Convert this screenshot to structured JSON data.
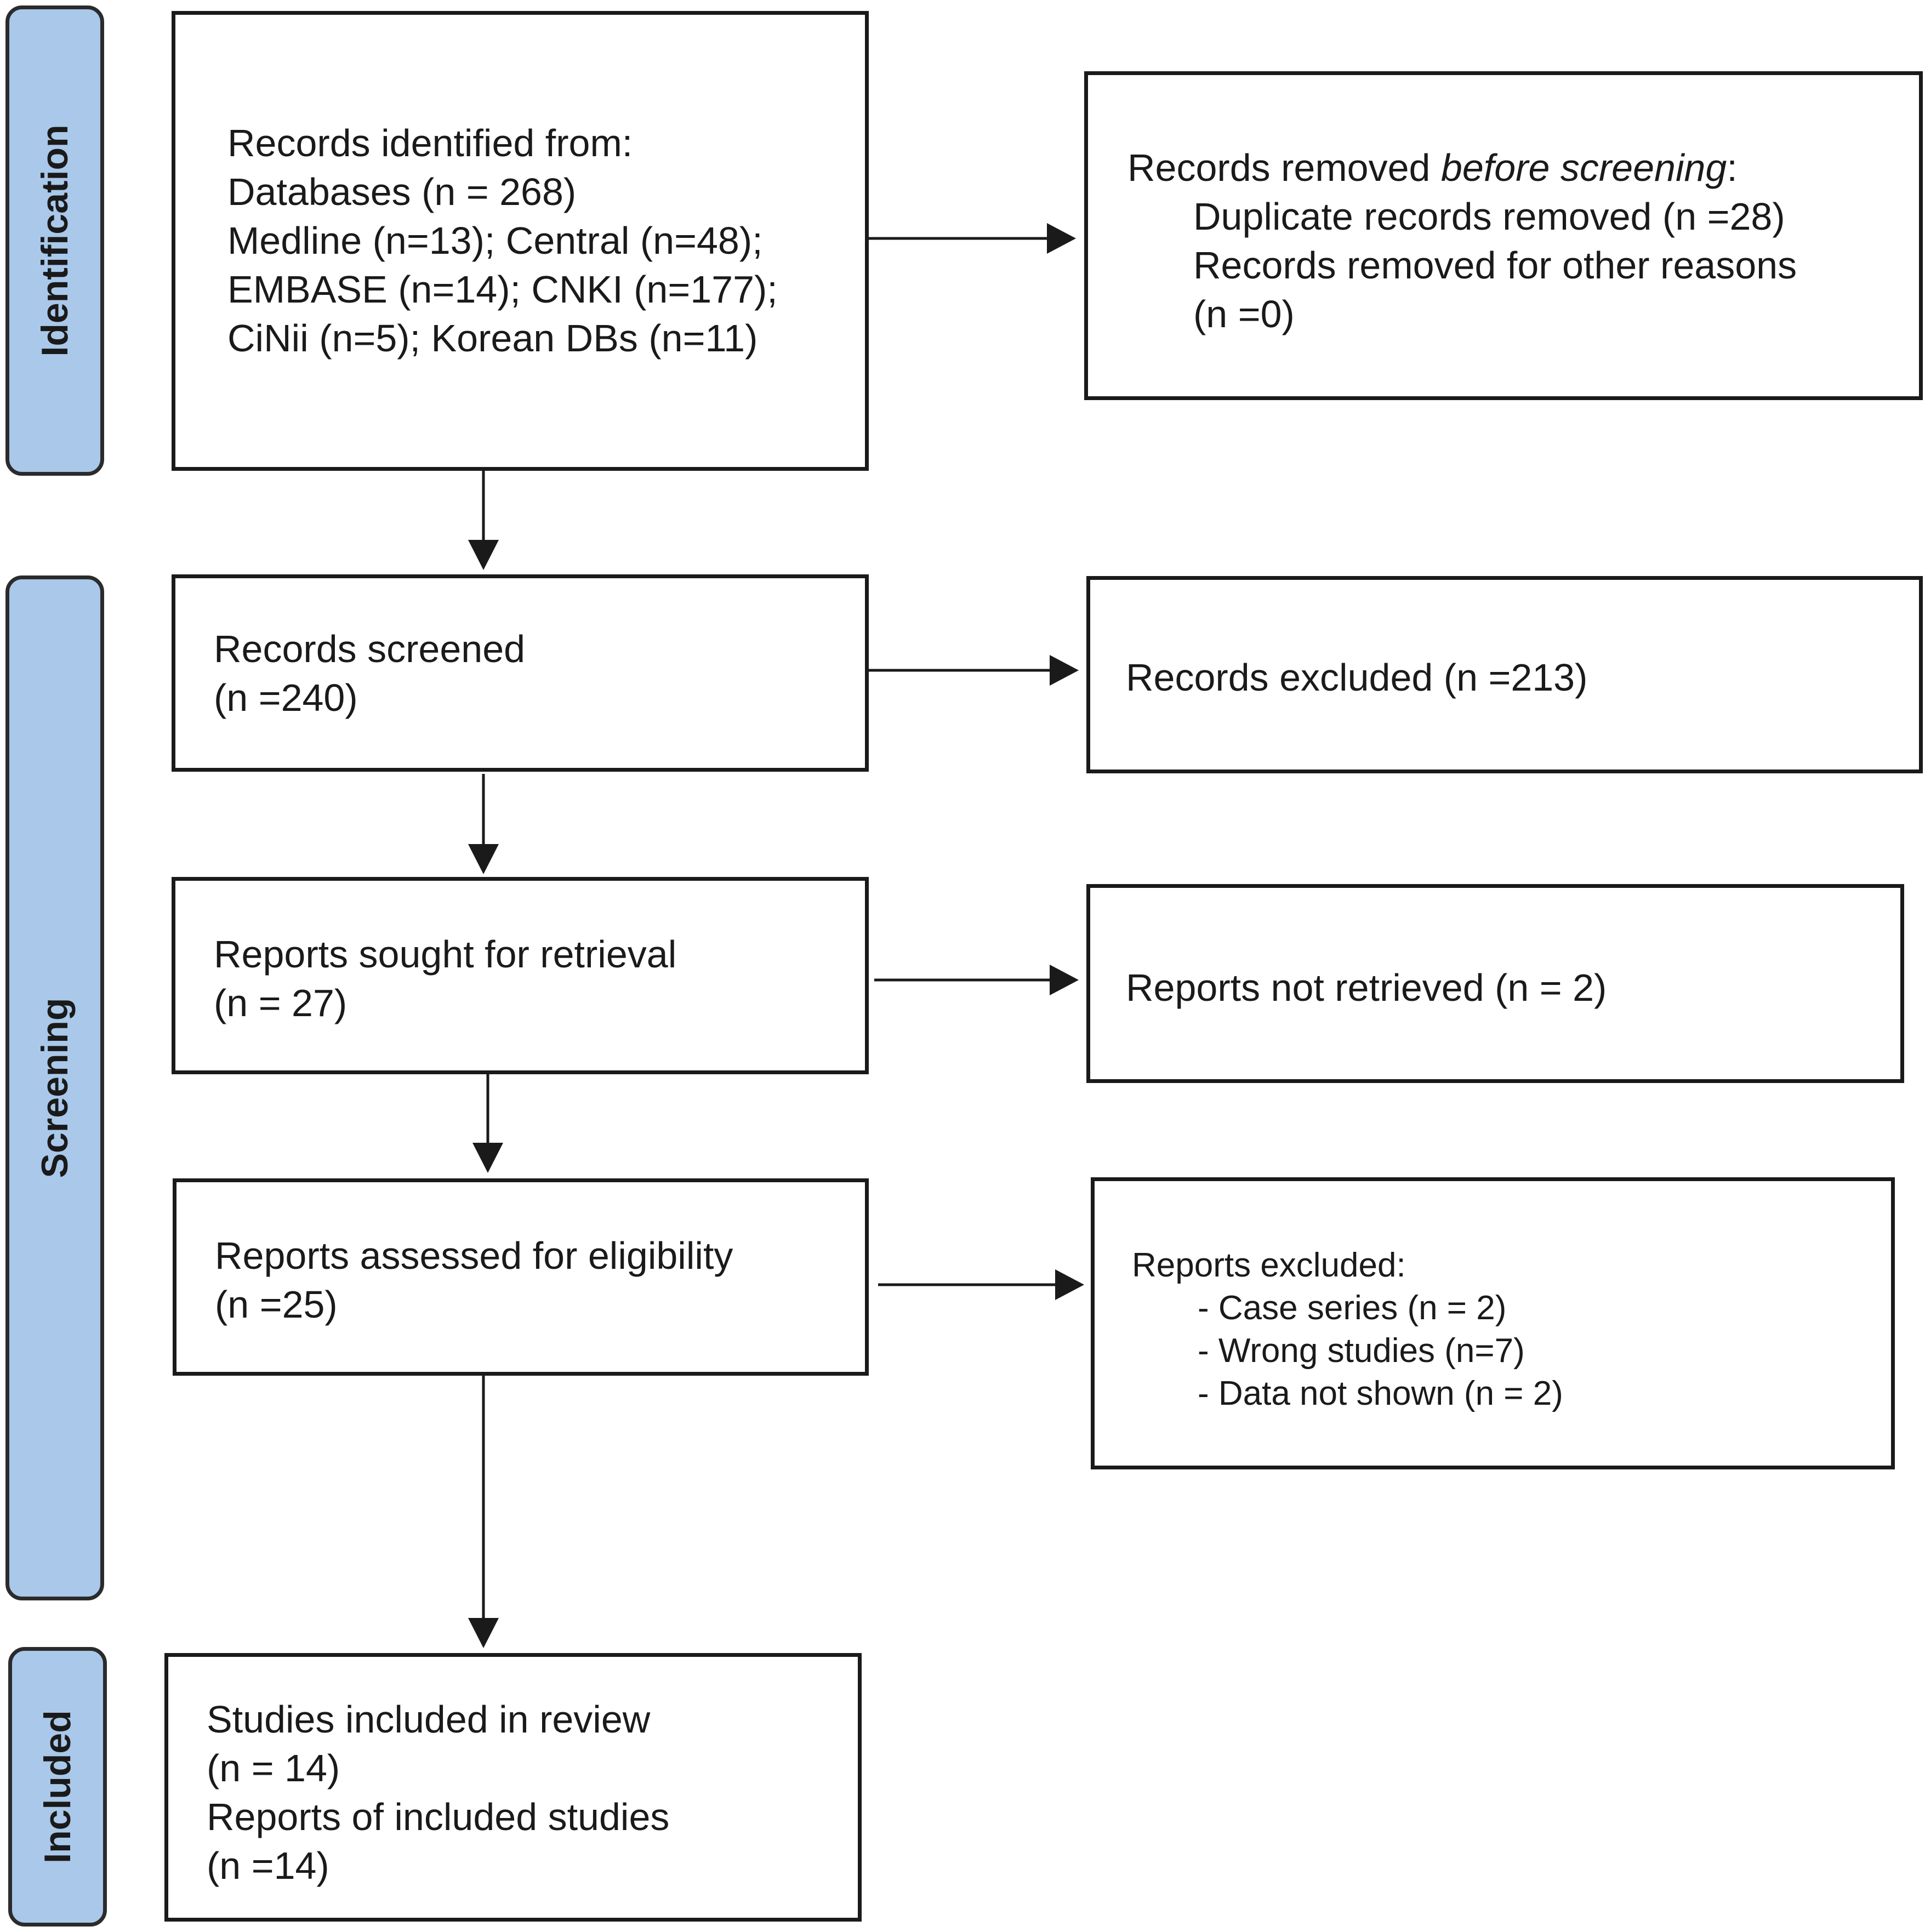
{
  "phases": {
    "identification": "Identification",
    "screening": "Screening",
    "included": "Included"
  },
  "identification_box": {
    "heading": "Records identified from:",
    "databases": "Databases (n = 268)",
    "line3": "Medline (n=13); Central (n=48);",
    "line4": "EMBASE (n=14); CNKI (n=177);",
    "line5": "CiNii (n=5); Korean DBs (n=11)"
  },
  "removed_box": {
    "heading_prefix": "Records removed ",
    "heading_emphasis": "before screening",
    "heading_suffix": ":",
    "duplicates": "Duplicate records removed (n =28)",
    "other": "Records removed for other reasons",
    "other_count": "(n =0)"
  },
  "screened_box": {
    "label": "Records screened",
    "count": "(n =240)"
  },
  "excluded_box": {
    "label": "Records excluded (n =213)"
  },
  "sought_box": {
    "label": "Reports sought for retrieval",
    "count": "(n = 27)"
  },
  "not_retrieved_box": {
    "label": "Reports not retrieved (n = 2)"
  },
  "eligibility_box": {
    "label": "Reports assessed for eligibility",
    "count": "(n =25)"
  },
  "reports_excluded_box": {
    "heading": "Reports excluded:",
    "reasons": [
      "- Case series (n = 2)",
      "- Wrong studies (n=7)",
      "- Data not shown (n = 2)"
    ]
  },
  "included_box": {
    "studies": "Studies included in review",
    "studies_count": "(n = 14)",
    "reports": "Reports of included studies",
    "reports_count": "(n =14)"
  }
}
